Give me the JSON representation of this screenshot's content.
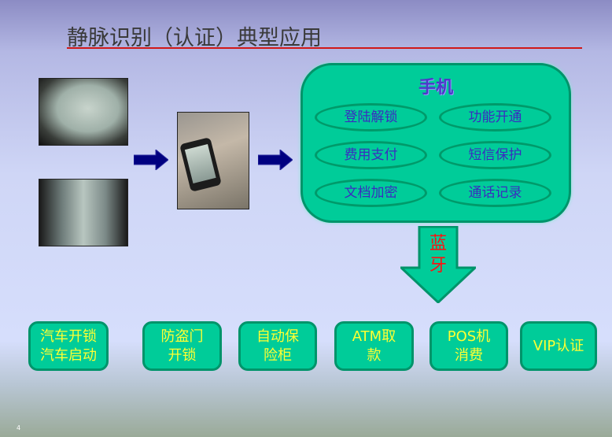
{
  "title": "静脉识别（认证）典型应用",
  "phone_box": {
    "title": "手机",
    "items": [
      "登陆解锁",
      "功能开通",
      "费用支付",
      "短信保护",
      "文档加密",
      "通话记录"
    ]
  },
  "connector": {
    "line1": "蓝",
    "line2": "牙"
  },
  "applications": [
    {
      "line1": "汽车开锁",
      "line2": "汽车启动"
    },
    {
      "line1": "防盗门",
      "line2": "开锁"
    },
    {
      "line1": "自动保",
      "line2": "险柜"
    },
    {
      "line1": "ATM取",
      "line2": "款"
    },
    {
      "line1": "POS机",
      "line2": "消费"
    },
    {
      "line1": "VIP认证"
    }
  ],
  "page_number": "4",
  "colors": {
    "accent_green": "#00cc99",
    "title_rule": "#d01818",
    "arrow_navy": "#000080"
  }
}
